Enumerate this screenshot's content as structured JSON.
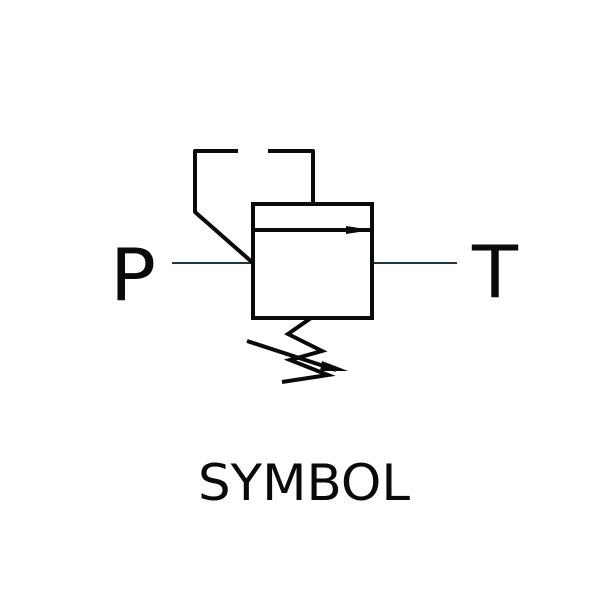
{
  "diagram": {
    "type": "hydraulic-symbol",
    "description": "Pressure relief valve symbol",
    "ports": {
      "left": "P",
      "right": "T"
    },
    "caption": "SYMBOL"
  },
  "colors": {
    "line": "#0a0a0a",
    "port_line": "#1a3a3a",
    "background": "#ffffff"
  }
}
